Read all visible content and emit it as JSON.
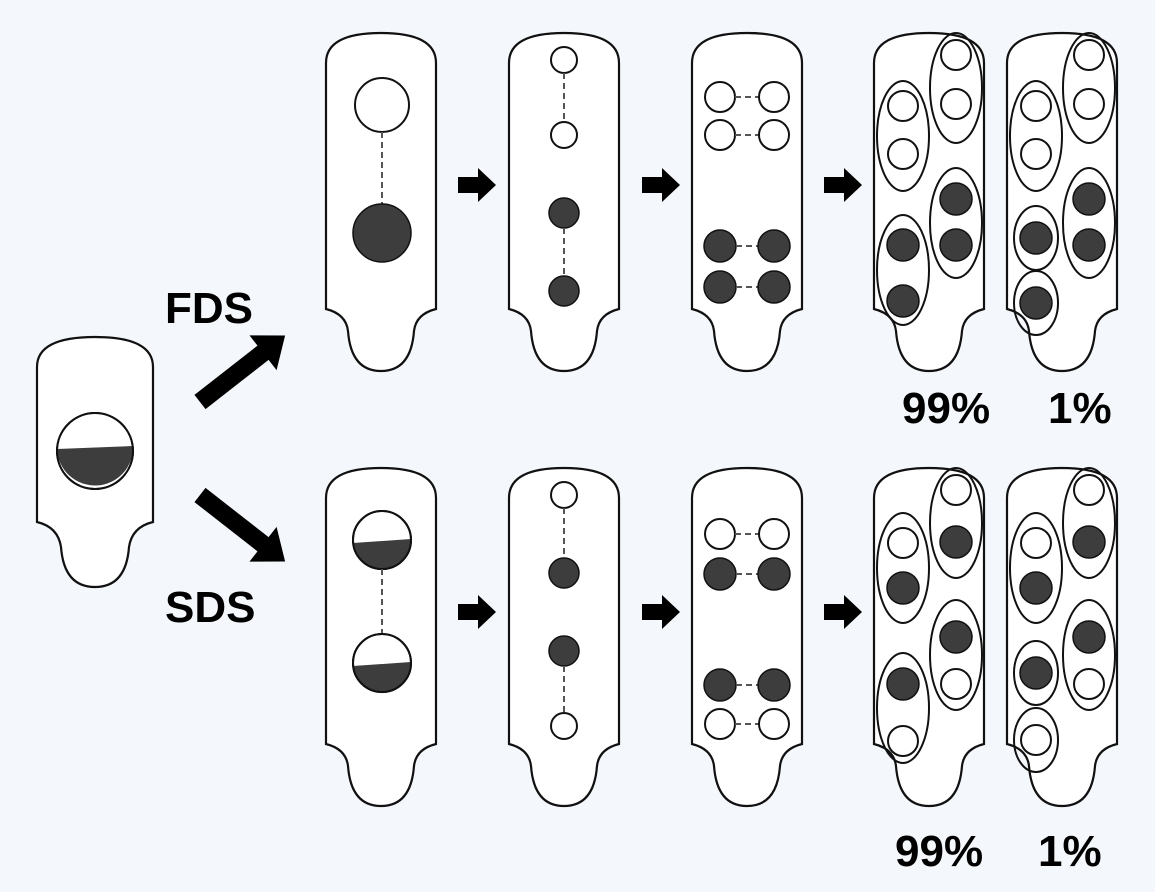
{
  "colors": {
    "background": "#f4f7fb",
    "dark_chromosome": "#3d3d3d",
    "outline": "#111111"
  },
  "labels": {
    "top_pathway": "FDS",
    "bottom_pathway": "SDS",
    "top_frequency_a": "99%",
    "top_frequency_b": "1%",
    "bottom_frequency_a": "99%",
    "bottom_frequency_b": "1%"
  }
}
